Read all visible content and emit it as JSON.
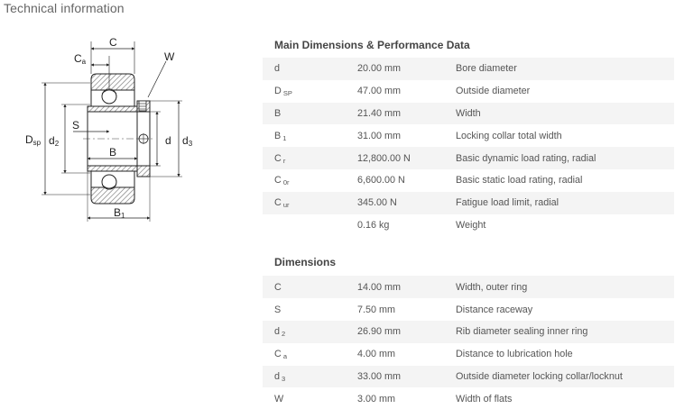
{
  "page": {
    "title": "Technical information"
  },
  "drawing": {
    "labels": {
      "c": "C",
      "ca": "C",
      "ca_sub": "a",
      "w": "W",
      "s": "S",
      "dsp": "D",
      "dsp_sub": "sp",
      "d2": "d",
      "d2_sub": "2",
      "b": "B",
      "d": "d",
      "d3": "d",
      "d3_sub": "3",
      "b1": "B",
      "b1_sub": "1"
    }
  },
  "main": {
    "title": "Main Dimensions & Performance Data",
    "rows": [
      {
        "symbol": "d",
        "sub": "",
        "value": "20.00  mm",
        "desc": "Bore diameter"
      },
      {
        "symbol": "D",
        "sub": "SP",
        "value": "47.00  mm",
        "desc": "Outside diameter"
      },
      {
        "symbol": "B",
        "sub": "",
        "value": "21.40  mm",
        "desc": "Width"
      },
      {
        "symbol": "B",
        "sub": "1",
        "value": "31.00  mm",
        "desc": "Locking collar total width"
      },
      {
        "symbol": "C",
        "sub": "r",
        "value": "12,800.00  N",
        "desc": "Basic dynamic load rating, radial"
      },
      {
        "symbol": "C",
        "sub": "0r",
        "value": "6,600.00  N",
        "desc": "Basic static load rating, radial"
      },
      {
        "symbol": "C",
        "sub": "ur",
        "value": "345.00  N",
        "desc": "Fatigue load limit, radial"
      },
      {
        "symbol": "",
        "sub": "",
        "value": "0.16  kg",
        "desc": "Weight"
      }
    ]
  },
  "dimensions": {
    "title": "Dimensions",
    "rows": [
      {
        "symbol": "C",
        "sub": "",
        "value": "14.00  mm",
        "desc": "Width, outer ring"
      },
      {
        "symbol": "S",
        "sub": "",
        "value": "7.50  mm",
        "desc": "Distance raceway"
      },
      {
        "symbol": "d",
        "sub": "2",
        "value": "26.90  mm",
        "desc": "Rib diameter sealing inner ring"
      },
      {
        "symbol": "C",
        "sub": "a",
        "value": "4.00  mm",
        "desc": "Distance to lubrication hole"
      },
      {
        "symbol": "d",
        "sub": "3",
        "value": "33.00  mm",
        "desc": "Outside diameter locking collar/locknut"
      },
      {
        "symbol": "W",
        "sub": "",
        "value": "3.00  mm",
        "desc": "Width of flats"
      }
    ]
  }
}
